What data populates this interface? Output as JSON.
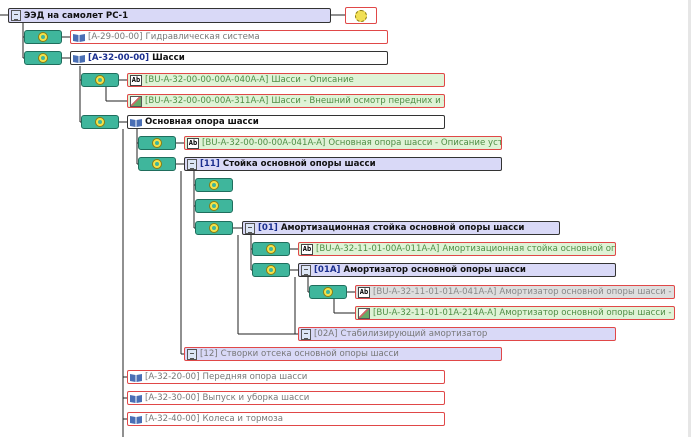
{
  "tree": {
    "root": {
      "label": "ЭЭД на самолет РС-1"
    },
    "nodes": [
      {
        "code": "[A-29-00-00]",
        "label": "Гидравлическая система"
      },
      {
        "code": "[A-32-00-00]",
        "label": "Шасси"
      },
      {
        "code": "[BU-A-32-00-00-00A-040A-A]",
        "label": "Шасси - Описание"
      },
      {
        "code": "[BU-A-32-00-00-00A-311A-A]",
        "label": "Шасси - Внешний осмотр передних и основ"
      },
      {
        "code": "",
        "label": "Основная опора шасси"
      },
      {
        "code": "[BU-A-32-00-00-00A-041A-A]",
        "label": "Основная опора шасси - Описание устройс"
      },
      {
        "code": "[11]",
        "label": "Стойка основной опоры шасси"
      },
      {
        "code": "[01]",
        "label": "Амортизационная стойка основной опоры шасси"
      },
      {
        "code": "[BU-A-32-11-01-00A-011A-A]",
        "label": "Амортизационная стойка основной опоры"
      },
      {
        "code": "[01A]",
        "label": "Амортизатор основной опоры шасси"
      },
      {
        "code": "[BU-A-32-11-01-01A-041A-A]",
        "label": "Амортизатор основной опоры шасси - Опис"
      },
      {
        "code": "[BU-A-32-11-01-01A-214A-A]",
        "label": "Амортизатор основной опоры шасси - Запр"
      },
      {
        "code": "[02A]",
        "label": "Стабилизирующий амортизатор"
      },
      {
        "code": "[12]",
        "label": "Створки отсека основной опоры шасси"
      },
      {
        "code": "[A-32-20-00]",
        "label": "Передняя опора шасси"
      },
      {
        "code": "[A-32-30-00]",
        "label": "Выпуск и уборка шасси"
      },
      {
        "code": "[A-32-40-00]",
        "label": "Колеса и тормоза"
      }
    ],
    "icons": {
      "module": "ab-text-icon",
      "image_module": "picture-icon",
      "chapter": "book-icon",
      "section": "page-icon",
      "action": "gear-icon"
    },
    "colors": {
      "action_green": "#3fb69c",
      "border_red": "#e04848",
      "module_green": "#dff3d6",
      "section_lavender": "#d9d9f7",
      "code_blue": "#1b2f8f"
    }
  }
}
